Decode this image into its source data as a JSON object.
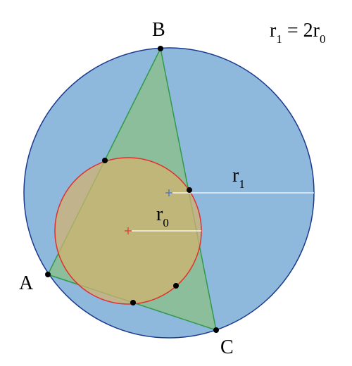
{
  "relation": {
    "lhs": "r",
    "lhs_sub": "1",
    "op": " = 2",
    "rhs": "r",
    "rhs_sub": "0"
  },
  "vertices": {
    "a": "A",
    "b": "B",
    "c": "C"
  },
  "radii": {
    "outer": {
      "base": "r",
      "sub": "1"
    },
    "inner": {
      "base": "r",
      "sub": "0"
    }
  },
  "colors": {
    "outer_fill": "#8fb8dd",
    "outer_stroke": "#1c3a8e",
    "triangle_fill": "#8cc084",
    "triangle_stroke": "#2e9a4a",
    "inner_fill": "#d4b36e",
    "inner_stroke": "#e0302e",
    "radius_line": "#ffffff",
    "point": "#000000",
    "outer_center_mark": "#3c6fd0",
    "inner_center_mark": "#e0302e"
  },
  "center_marks": {
    "outer": "outer-center-plus-icon",
    "inner": "inner-center-plus-icon"
  }
}
